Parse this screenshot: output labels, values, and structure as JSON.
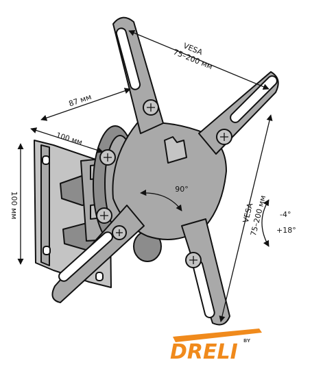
{
  "labels": {
    "vesa_top": "VESA",
    "vesa_top_range": "75–200 мм",
    "vesa_right": "VESA",
    "vesa_right_range": "75–200 мм",
    "arm_depth": "87 мм",
    "bracket_width": "100 мм",
    "bracket_height": "100 мм",
    "rotation": "90°",
    "tilt_down": "-4°",
    "tilt_up": "+18°"
  },
  "logo": {
    "text": "DRELI",
    "by": "BY"
  },
  "colors": {
    "metal": "#a9a9a9",
    "logo_orange": "#f08a1c",
    "logo_dark": "#555555"
  }
}
